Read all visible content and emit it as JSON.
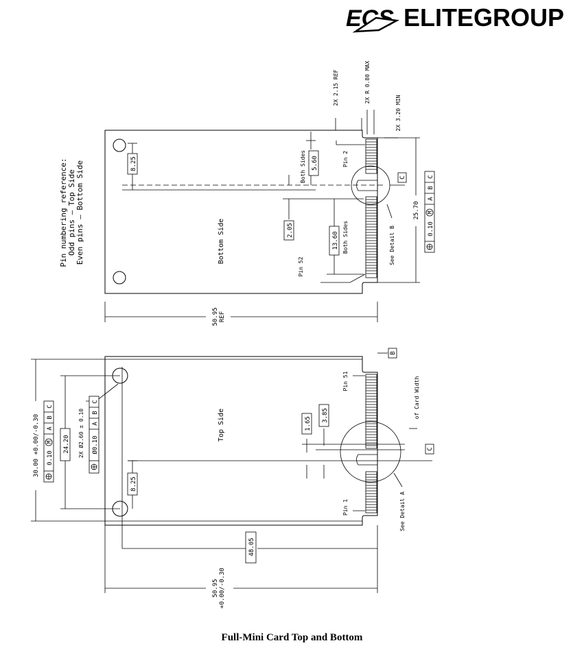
{
  "brand": {
    "logo_mark": "ECS",
    "name": "ELITEGROUP"
  },
  "caption": "Full-Mini Card Top and Bottom",
  "pin_reference": {
    "line1": "Pin numbering reference:",
    "line2": "Odd pins – Top Side",
    "line3": "Even pins  – Bottom Side"
  },
  "bottom_view": {
    "title": "Bottom Side",
    "ref_215": "2X 2.15 REF",
    "r080": "2X R 0.80 MAX",
    "min320": "2X 3.20 MIN",
    "dim_825": "8.25",
    "dim_560": "5.60",
    "dim_205": "2.05",
    "dim_1360": "13.60",
    "both_sides_1": "Both Sides",
    "both_sides_2": "Both Sides",
    "pin2": "Pin 2",
    "pin52": "Pin 52",
    "see_detail_b": "See Detail B",
    "dim_2570": "25.70",
    "fcf": {
      "tol": "0.10",
      "mod": "M",
      "a": "A",
      "b": "B",
      "c": "C"
    },
    "datum_c": "C",
    "width": "50.95",
    "width_ref": "REF"
  },
  "top_view": {
    "title": "Top Side",
    "dim_3000": "30.00 +0.00/-0.30",
    "fcf1": {
      "tol": "0.10",
      "mod": "M",
      "a": "A",
      "b": "B",
      "c": "C"
    },
    "dim_2420": "24.20",
    "hole": "2X Ø2.60 ± 0.10",
    "fcf2": {
      "tol": "Ø0.10",
      "a": "A",
      "b": "B",
      "c": "C"
    },
    "dim_825": "8.25",
    "dim_165": "1.65",
    "dim_385": "3.85",
    "pin51": "Pin 51",
    "pin1": "Pin 1",
    "card_width": "of Card Width",
    "see_detail_a": "See Detail A",
    "datum_b": "B",
    "datum_c": "C",
    "dim_4805": "48.05",
    "width": "50.95",
    "width_tol": "+0.00/-0.30"
  }
}
